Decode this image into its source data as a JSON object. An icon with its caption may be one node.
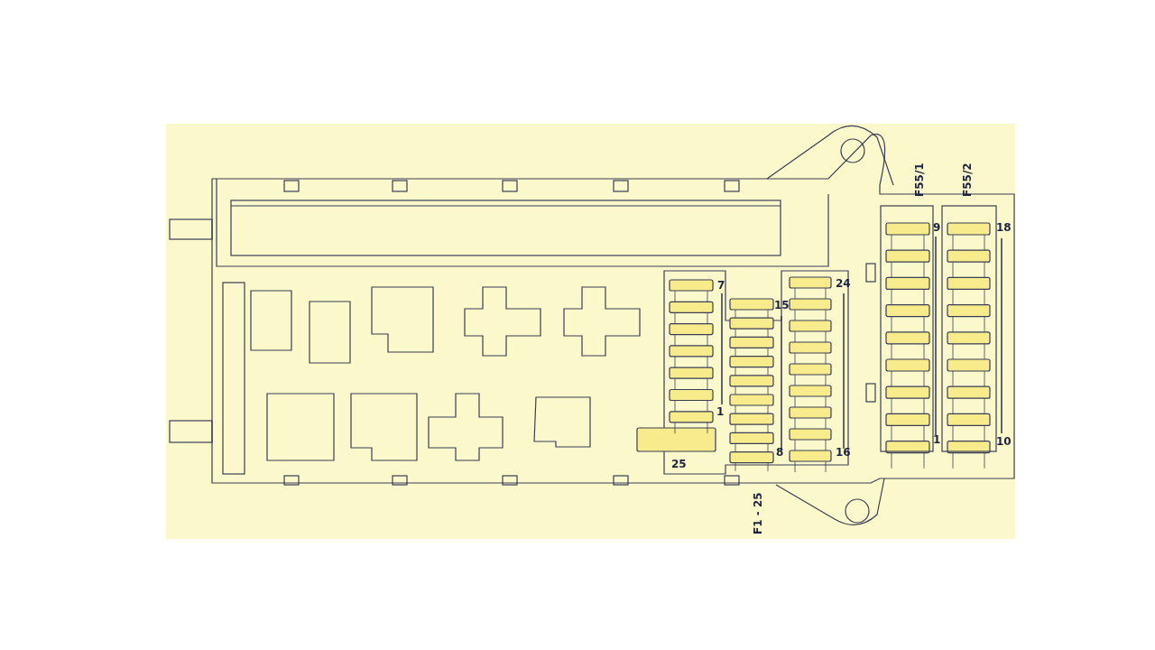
{
  "diagram": {
    "labels": [
      "F55/1",
      "F55/2",
      "9",
      "18",
      "7",
      "24",
      "15",
      "1",
      "1",
      "10",
      "8",
      "16",
      "25",
      "F1 - 25"
    ]
  }
}
